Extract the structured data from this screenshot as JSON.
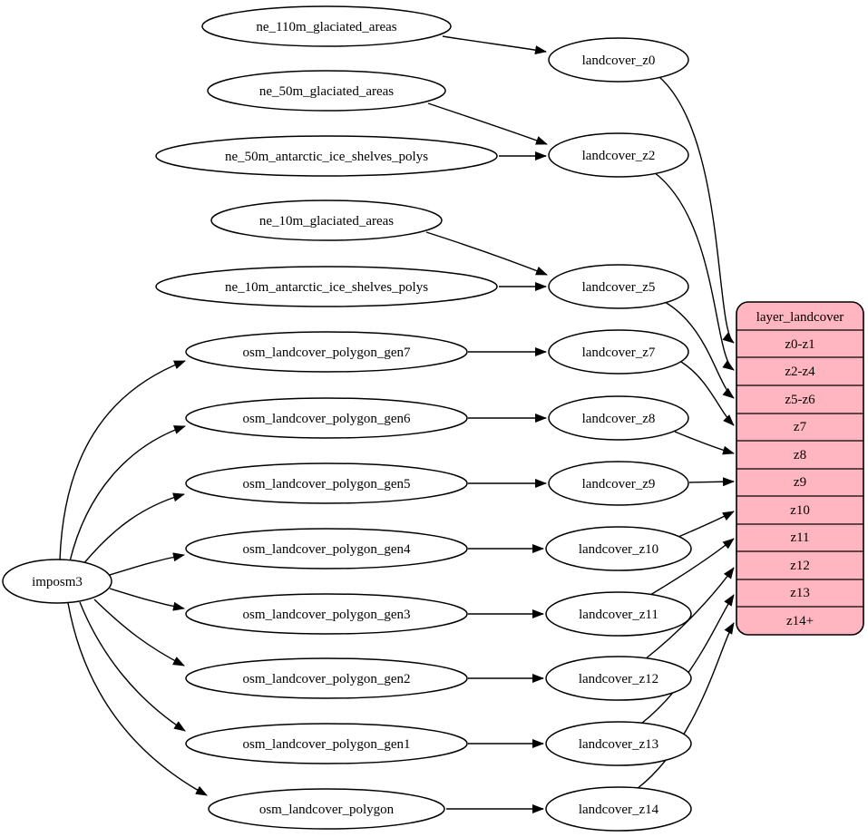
{
  "diagram": {
    "type": "dataflow-graph",
    "nodes": {
      "imposm3": {
        "label": "imposm3"
      },
      "ne_110m_glaciated_areas": {
        "label": "ne_110m_glaciated_areas"
      },
      "ne_50m_glaciated_areas": {
        "label": "ne_50m_glaciated_areas"
      },
      "ne_50m_antarctic_ice_shelves_polys": {
        "label": "ne_50m_antarctic_ice_shelves_polys"
      },
      "ne_10m_glaciated_areas": {
        "label": "ne_10m_glaciated_areas"
      },
      "ne_10m_antarctic_ice_shelves_polys": {
        "label": "ne_10m_antarctic_ice_shelves_polys"
      },
      "osm_landcover_polygon_gen7": {
        "label": "osm_landcover_polygon_gen7"
      },
      "osm_landcover_polygon_gen6": {
        "label": "osm_landcover_polygon_gen6"
      },
      "osm_landcover_polygon_gen5": {
        "label": "osm_landcover_polygon_gen5"
      },
      "osm_landcover_polygon_gen4": {
        "label": "osm_landcover_polygon_gen4"
      },
      "osm_landcover_polygon_gen3": {
        "label": "osm_landcover_polygon_gen3"
      },
      "osm_landcover_polygon_gen2": {
        "label": "osm_landcover_polygon_gen2"
      },
      "osm_landcover_polygon_gen1": {
        "label": "osm_landcover_polygon_gen1"
      },
      "osm_landcover_polygon": {
        "label": "osm_landcover_polygon"
      },
      "landcover_z0": {
        "label": "landcover_z0"
      },
      "landcover_z2": {
        "label": "landcover_z2"
      },
      "landcover_z5": {
        "label": "landcover_z5"
      },
      "landcover_z7": {
        "label": "landcover_z7"
      },
      "landcover_z8": {
        "label": "landcover_z8"
      },
      "landcover_z9": {
        "label": "landcover_z9"
      },
      "landcover_z10": {
        "label": "landcover_z10"
      },
      "landcover_z11": {
        "label": "landcover_z11"
      },
      "landcover_z12": {
        "label": "landcover_z12"
      },
      "landcover_z13": {
        "label": "landcover_z13"
      },
      "landcover_z14": {
        "label": "landcover_z14"
      }
    },
    "table": {
      "title": "layer_landcover",
      "rows": [
        "z0-z1",
        "z2-z4",
        "z5-z6",
        "z7",
        "z8",
        "z9",
        "z10",
        "z11",
        "z12",
        "z13",
        "z14+"
      ]
    },
    "edges": [
      {
        "from": "imposm3",
        "to": "osm_landcover_polygon_gen7"
      },
      {
        "from": "imposm3",
        "to": "osm_landcover_polygon_gen6"
      },
      {
        "from": "imposm3",
        "to": "osm_landcover_polygon_gen5"
      },
      {
        "from": "imposm3",
        "to": "osm_landcover_polygon_gen4"
      },
      {
        "from": "imposm3",
        "to": "osm_landcover_polygon_gen3"
      },
      {
        "from": "imposm3",
        "to": "osm_landcover_polygon_gen2"
      },
      {
        "from": "imposm3",
        "to": "osm_landcover_polygon_gen1"
      },
      {
        "from": "imposm3",
        "to": "osm_landcover_polygon"
      },
      {
        "from": "ne_110m_glaciated_areas",
        "to": "landcover_z0"
      },
      {
        "from": "ne_50m_glaciated_areas",
        "to": "landcover_z2"
      },
      {
        "from": "ne_50m_antarctic_ice_shelves_polys",
        "to": "landcover_z2"
      },
      {
        "from": "ne_10m_glaciated_areas",
        "to": "landcover_z5"
      },
      {
        "from": "ne_10m_antarctic_ice_shelves_polys",
        "to": "landcover_z5"
      },
      {
        "from": "osm_landcover_polygon_gen7",
        "to": "landcover_z7"
      },
      {
        "from": "osm_landcover_polygon_gen6",
        "to": "landcover_z8"
      },
      {
        "from": "osm_landcover_polygon_gen5",
        "to": "landcover_z9"
      },
      {
        "from": "osm_landcover_polygon_gen4",
        "to": "landcover_z10"
      },
      {
        "from": "osm_landcover_polygon_gen3",
        "to": "landcover_z11"
      },
      {
        "from": "osm_landcover_polygon_gen2",
        "to": "landcover_z12"
      },
      {
        "from": "osm_landcover_polygon_gen1",
        "to": "landcover_z13"
      },
      {
        "from": "osm_landcover_polygon",
        "to": "landcover_z14"
      },
      {
        "from": "landcover_z0",
        "to": "layer_landcover:z0-z1"
      },
      {
        "from": "landcover_z2",
        "to": "layer_landcover:z2-z4"
      },
      {
        "from": "landcover_z5",
        "to": "layer_landcover:z5-z6"
      },
      {
        "from": "landcover_z7",
        "to": "layer_landcover:z7"
      },
      {
        "from": "landcover_z8",
        "to": "layer_landcover:z8"
      },
      {
        "from": "landcover_z9",
        "to": "layer_landcover:z9"
      },
      {
        "from": "landcover_z10",
        "to": "layer_landcover:z10"
      },
      {
        "from": "landcover_z11",
        "to": "layer_landcover:z11"
      },
      {
        "from": "landcover_z12",
        "to": "layer_landcover:z12"
      },
      {
        "from": "landcover_z13",
        "to": "layer_landcover:z13"
      },
      {
        "from": "landcover_z14",
        "to": "layer_landcover:z14+"
      }
    ],
    "colors": {
      "table_fill": "#ffb6c1",
      "node_fill": "#ffffff",
      "edge_stroke": "#000000",
      "background": "#ffffff"
    }
  }
}
